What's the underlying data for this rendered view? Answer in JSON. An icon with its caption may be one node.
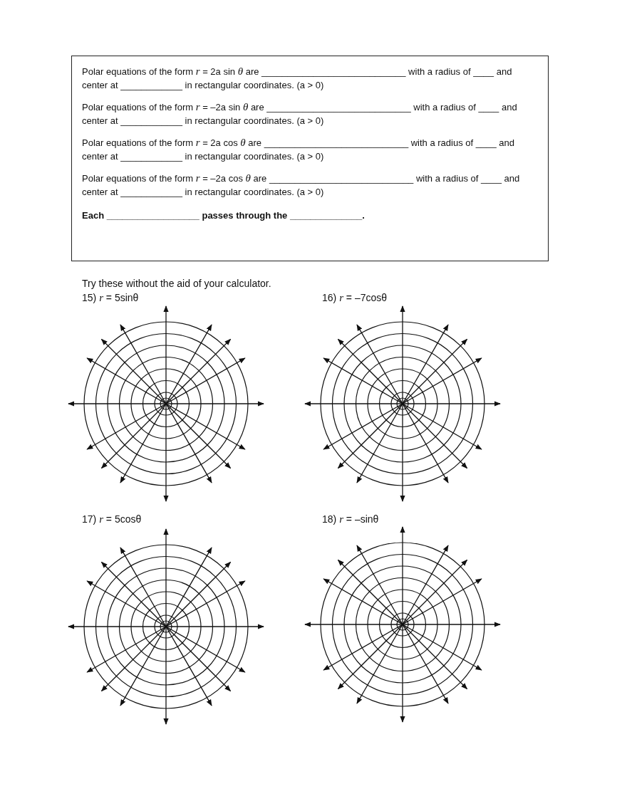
{
  "diagram": {
    "nodes": [
      {
        "text": [
          "Polar equations of the form *r* = 2a sin *θ* are ____________________________ with a radius of ____ and center at ____________ in rectangular coordinates. (a > 0)",
          "Polar equations of the form *r* = –2a sin *θ* are ____________________________ with a radius of ____ and center at ____________ in rectangular coordinates. (a > 0)",
          "Polar equations of the form *r* = 2a cos *θ* are ____________________________ with a radius of ____ and center at ____________ in rectangular coordinates. (a > 0)",
          "Polar equations of the form *r* = –2a cos *θ* are ____________________________ with a radius of ____ and center at ____________ in rectangular coordinates. (a > 0)",
          "Each __________________ passes through the ______________."
        ]
      }
    ],
    "edges": [],
    "labels": [
      "Try these without the aid of your calculator.",
      "15) *r* = 5sinθ",
      "16) *r* = –7cosθ",
      "17) *r* = 5cosθ",
      "18) *r* = –sinθ"
    ]
  }
}
